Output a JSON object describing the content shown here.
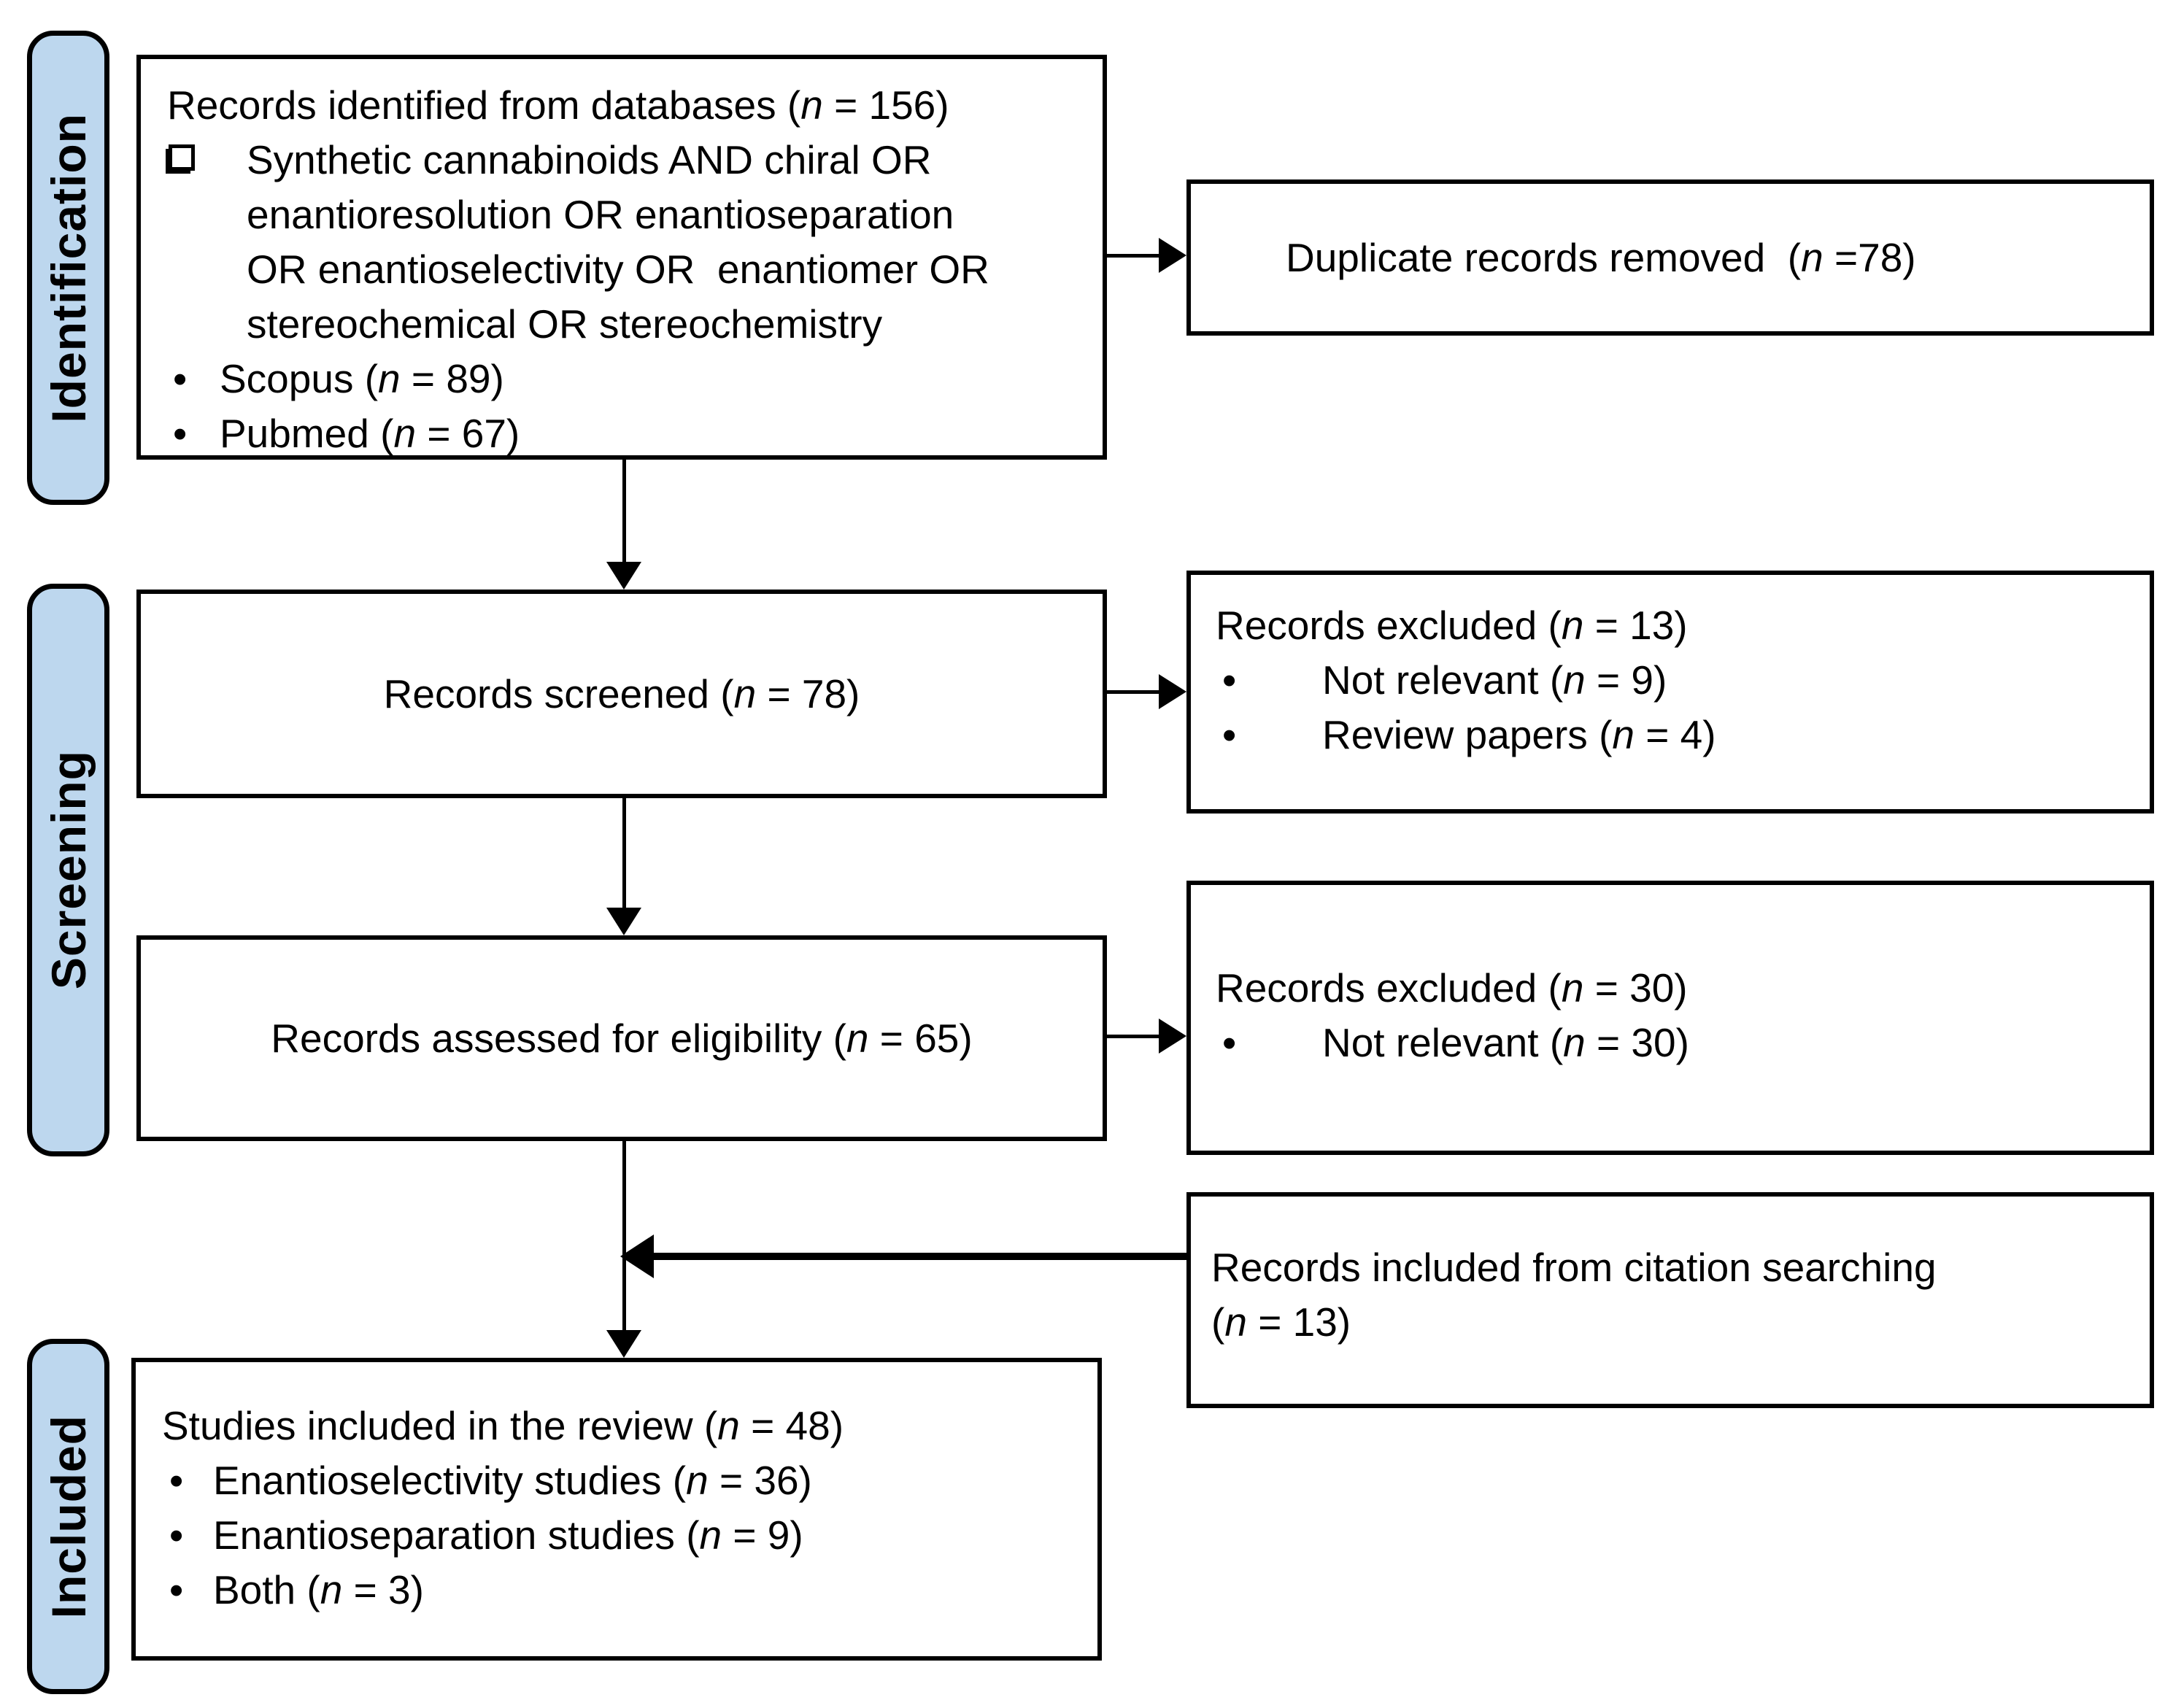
{
  "palette": {
    "stage_fill": "#BDD7EE",
    "border": "#000000",
    "box_fill": "#FFFFFF"
  },
  "sidebar": {
    "identification_label": "Identification",
    "screening_label": "Screening",
    "included_label": "Included"
  },
  "boxes": {
    "identified": {
      "title": "Records identified from databases (*n* = 156)",
      "checkbox_icon": "open-square-checkbox",
      "query_lines": [
        "Synthetic cannabinoids AND chiral OR",
        "enantioresolution OR enantioseparation",
        "OR enantioselectivity OR  enantiomer OR",
        "stereochemical OR stereochemistry"
      ],
      "bullet_char": "•",
      "bullets": [
        "Scopus (*n* = 89)",
        "Pubmed (*n* = 67)"
      ]
    },
    "duplicates_removed": {
      "text": "Duplicate records removed  (*n* =78)"
    },
    "screened": {
      "text": "Records screened (*n* = 78)"
    },
    "excluded_screening": {
      "title": "Records excluded (*n* = 13)",
      "bullet_char": "•",
      "bullets": [
        "Not relevant (*n* = 9)",
        "Review papers (*n* = 4)"
      ]
    },
    "assessed": {
      "text": "Records assessed for eligibility (*n* = 65)"
    },
    "excluded_eligibility": {
      "title": "Records excluded (*n* = 30)",
      "bullet_char": "•",
      "bullets": [
        "Not relevant (*n* = 30)"
      ]
    },
    "citation_searching": {
      "lines": [
        "Records included from citation searching",
        "(*n* = 13)"
      ]
    },
    "included_review": {
      "title": "Studies included in the review (*n* = 48)",
      "bullet_char": "•",
      "bullets": [
        "Enantioselectivity studies (*n* = 36)",
        "Enantioseparation studies (*n* = 9)",
        "Both (*n* = 3)"
      ]
    }
  }
}
